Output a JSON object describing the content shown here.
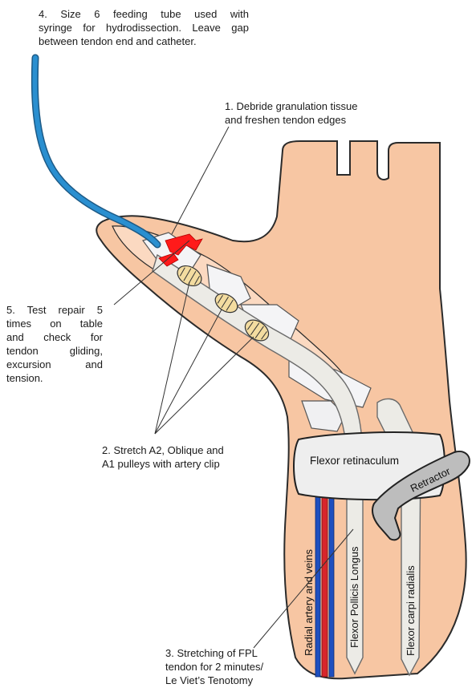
{
  "notes": {
    "n4": [
      "4. Size 6 feeding tube used with",
      "syringe for hydrodissection. Leave gap",
      "between tendon end and catheter."
    ],
    "n1": [
      "1. Debride granulation tissue",
      "and freshen tendon edges"
    ],
    "n5": [
      "5. Test repair 5",
      "times on table",
      "and check for",
      "tendon gliding,",
      "excursion and",
      "tension."
    ],
    "n2": [
      "2. Stretch A2, Oblique and",
      "A1 pulleys with artery clip"
    ],
    "n3": [
      "3. Stretching of FPL",
      "tendon for 2 minutes/",
      "Le Viet’s Tenotomy"
    ]
  },
  "labels": {
    "retinaculum": "Flexor retinaculum",
    "retractor": "Retractor",
    "radial": "Radial artery and veins",
    "fpl": "Flexor Pollicis Longus",
    "fcr": "Flexor carpi radialis"
  },
  "colors": {
    "skin": "#f7c6a3",
    "skin_edge": "#2b2b2b",
    "tube": "#2a8fd0",
    "tendon": "#ecebe6",
    "pulley": "#ffffff",
    "suture": "#f3dca0",
    "cut": "#ff1a1a",
    "artery": "#d8262b",
    "vein": "#1f4fbf",
    "retractor": "#b8b8b8"
  }
}
